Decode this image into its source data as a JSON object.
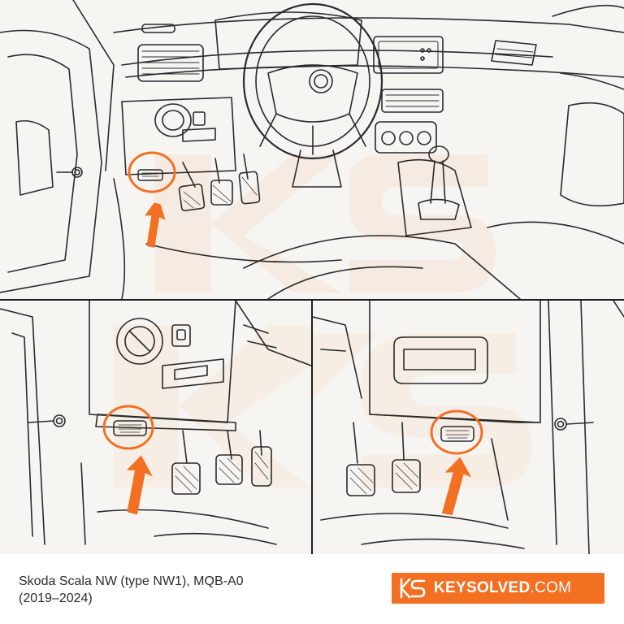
{
  "caption": {
    "line1": "Skoda Scala NW (type NW1), MQB-A0",
    "line2": "(2019–2024)"
  },
  "logo": {
    "brand": "KEYSOLVED",
    "domain": ".COM"
  },
  "steering_badge": "",
  "colors": {
    "accent": "#f36f21",
    "line": "#2a2a2a",
    "background": "#f7f5f2"
  },
  "icons": [
    "obd-port-icon",
    "arrow-up-icon",
    "ks-logo-icon"
  ]
}
